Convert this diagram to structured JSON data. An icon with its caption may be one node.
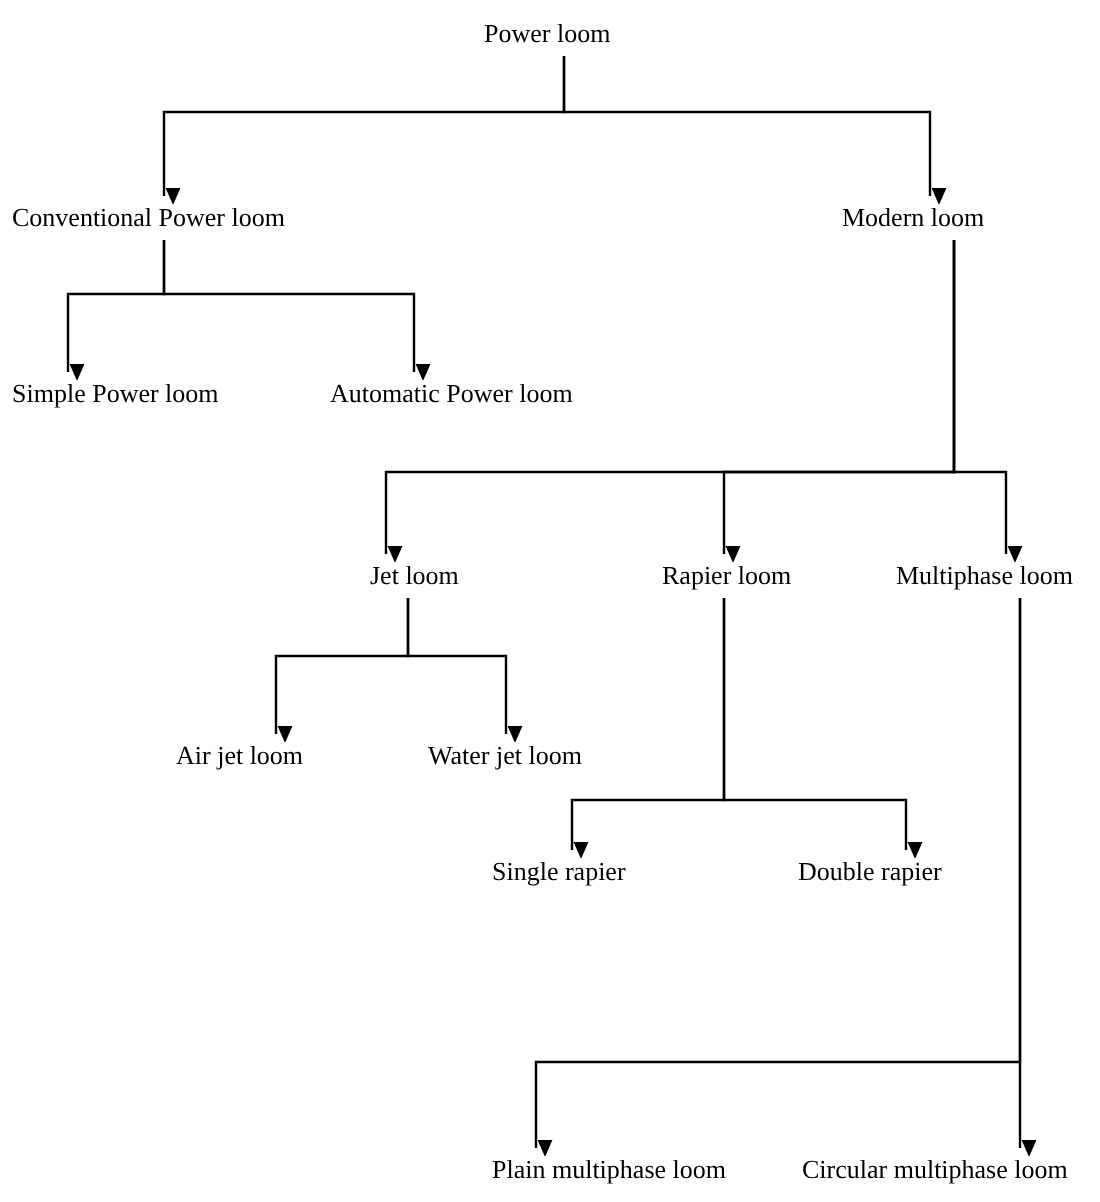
{
  "diagram": {
    "nodes": [
      {
        "text": [
          "Power loom"
        ]
      },
      {
        "text": [
          "Conventional Power loom"
        ]
      },
      {
        "text": [
          "Modern loom"
        ]
      },
      {
        "text": [
          "Simple Power loom"
        ]
      },
      {
        "text": [
          "Automatic Power loom"
        ]
      },
      {
        "text": [
          "Jet loom"
        ]
      },
      {
        "text": [
          "Rapier loom"
        ]
      },
      {
        "text": [
          "Multiphase loom"
        ]
      },
      {
        "text": [
          "Air jet loom"
        ]
      },
      {
        "text": [
          "Water jet loom"
        ]
      },
      {
        "text": [
          "Single rapier"
        ]
      },
      {
        "text": [
          "Double rapier"
        ]
      },
      {
        "text": [
          "Plain multiphase loom"
        ]
      },
      {
        "text": [
          "Circular multiphase loom"
        ]
      }
    ],
    "edges": [
      {
        "from": 0,
        "to": 1,
        "arrow": "to"
      },
      {
        "from": 0,
        "to": 2,
        "arrow": "to"
      },
      {
        "from": 1,
        "to": 3,
        "arrow": "to"
      },
      {
        "from": 1,
        "to": 4,
        "arrow": "to"
      },
      {
        "from": 2,
        "to": 5,
        "arrow": "to"
      },
      {
        "from": 2,
        "to": 6,
        "arrow": "to"
      },
      {
        "from": 2,
        "to": 7,
        "arrow": "to"
      },
      {
        "from": 5,
        "to": 8,
        "arrow": "to"
      },
      {
        "from": 5,
        "to": 9,
        "arrow": "to"
      },
      {
        "from": 6,
        "to": 10,
        "arrow": "to"
      },
      {
        "from": 6,
        "to": 11,
        "arrow": "to"
      },
      {
        "from": 7,
        "to": 12,
        "arrow": "to"
      },
      {
        "from": 7,
        "to": 13,
        "arrow": "to"
      }
    ]
  }
}
